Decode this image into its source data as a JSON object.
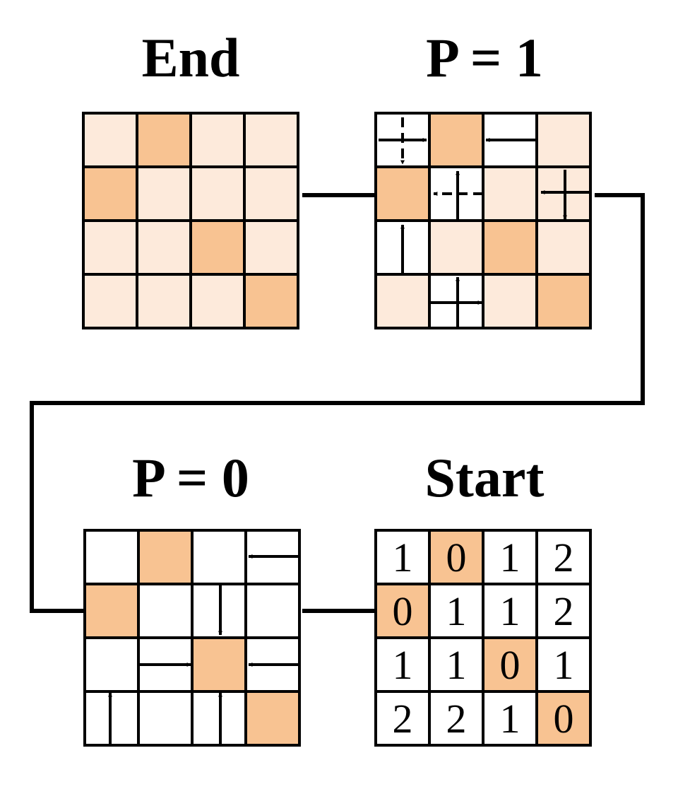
{
  "colors": {
    "seed": "#F8C392",
    "light": "#FDEADB",
    "empty": "#FFFFFF",
    "line": "#000000"
  },
  "panels": {
    "end": {
      "title": "End",
      "fills": [
        [
          "light",
          "seed",
          "light",
          "light"
        ],
        [
          "seed",
          "light",
          "light",
          "light"
        ],
        [
          "light",
          "light",
          "seed",
          "light"
        ],
        [
          "light",
          "light",
          "light",
          "seed"
        ]
      ]
    },
    "p1": {
      "title": "P = 1",
      "fills": [
        [
          "empty",
          "seed",
          "empty",
          "light"
        ],
        [
          "seed",
          "empty",
          "light",
          "light"
        ],
        [
          "empty",
          "light",
          "seed",
          "light"
        ],
        [
          "light",
          "empty",
          "light",
          "seed"
        ]
      ]
    },
    "p0": {
      "title": "P = 0",
      "fills": [
        [
          "empty",
          "seed",
          "empty",
          "empty"
        ],
        [
          "seed",
          "empty",
          "empty",
          "empty"
        ],
        [
          "empty",
          "empty",
          "seed",
          "empty"
        ],
        [
          "empty",
          "empty",
          "empty",
          "seed"
        ]
      ]
    },
    "start": {
      "title": "Start",
      "values": [
        [
          "1",
          "0",
          "1",
          "2"
        ],
        [
          "0",
          "1",
          "1",
          "2"
        ],
        [
          "1",
          "1",
          "0",
          "1"
        ],
        [
          "2",
          "2",
          "1",
          "0"
        ]
      ],
      "fills": [
        [
          "empty",
          "seed",
          "empty",
          "empty"
        ],
        [
          "seed",
          "empty",
          "empty",
          "empty"
        ],
        [
          "empty",
          "empty",
          "seed",
          "empty"
        ],
        [
          "empty",
          "empty",
          "empty",
          "seed"
        ]
      ]
    }
  }
}
